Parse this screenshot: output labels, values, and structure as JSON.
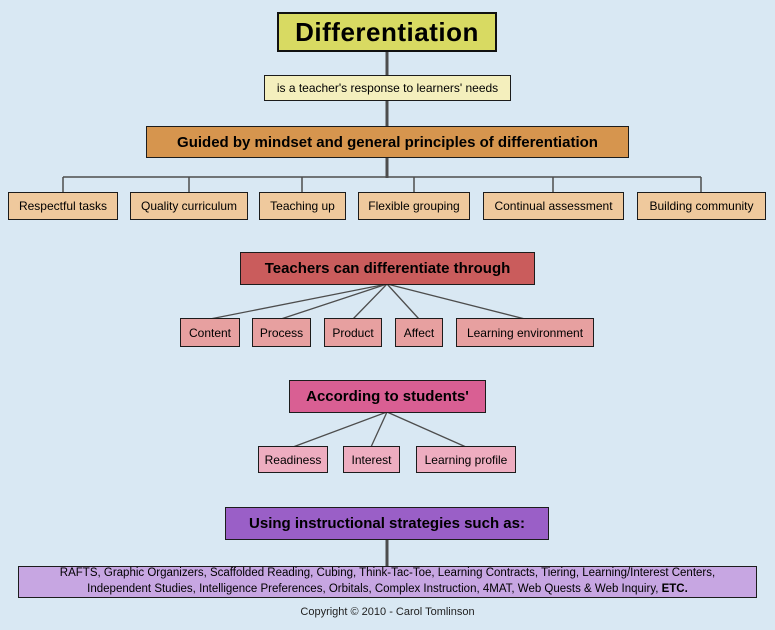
{
  "title": "Differentiation",
  "subtitle": "is a teacher's response to learners' needs",
  "principles": {
    "header": "Guided by mindset and general principles of differentiation",
    "items": [
      "Respectful tasks",
      "Quality curriculum",
      "Teaching up",
      "Flexible grouping",
      "Continual assessment",
      "Building community"
    ]
  },
  "differentiate": {
    "header": "Teachers can differentiate through",
    "items": [
      "Content",
      "Process",
      "Product",
      "Affect",
      "Learning environment"
    ]
  },
  "students": {
    "header": "According to students'",
    "items": [
      "Readiness",
      "Interest",
      "Learning profile"
    ]
  },
  "strategies": {
    "header": "Using instructional strategies such as:",
    "line1": "RAFTS, Graphic Organizers, Scaffolded Reading, Cubing, Think-Tac-Toe, Learning Contracts, Tiering,  Learning/Interest Centers,",
    "line2": "Independent Studies, Intelligence Preferences, Orbitals, Complex Instruction, 4MAT, Web Quests & Web Inquiry, ",
    "etc": "ETC."
  },
  "footer": "Copyright © 2010 - Carol Tomlinson",
  "colors": {
    "background": "#d9e8f3",
    "title": "#d8da62",
    "subtitle": "#f4efbd",
    "principles_header": "#d6954e",
    "principles_child": "#efc99d",
    "differentiate_header": "#ca5c5c",
    "differentiate_child": "#e7a0a0",
    "students_header": "#d95f93",
    "students_child": "#eeadc0",
    "strategies_header": "#9a5fc7",
    "strategies_box": "#c7a6e2",
    "connector": "#4d4d4d"
  }
}
